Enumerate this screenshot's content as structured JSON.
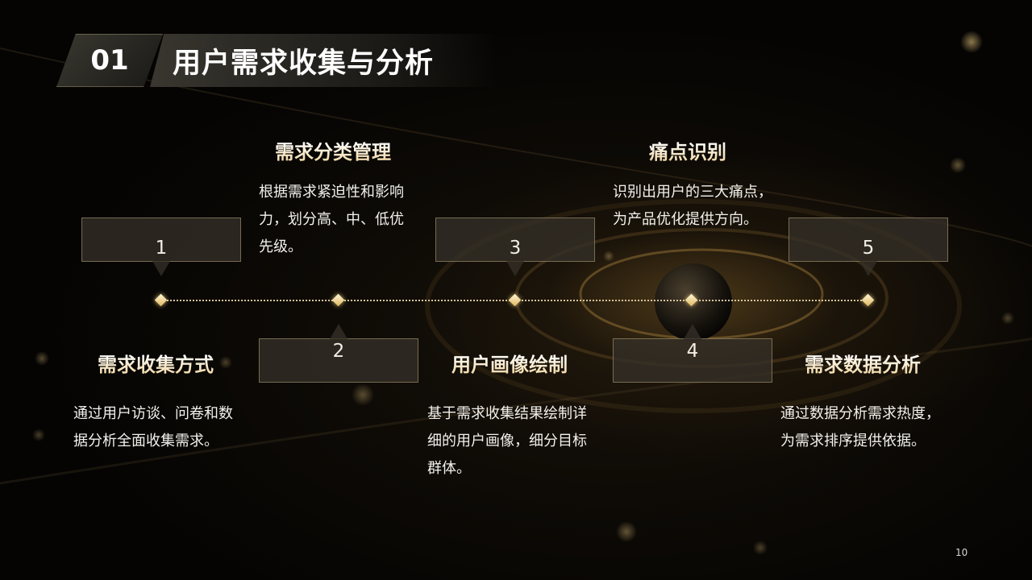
{
  "header": {
    "number": "01",
    "title": "用户需求收集与分析"
  },
  "items": [
    {
      "num": "1",
      "heading": "需求收集方式",
      "desc": [
        "通过用户访谈、问卷和数",
        "据分析全面收集需求。"
      ]
    },
    {
      "num": "2",
      "heading": "需求分类管理",
      "desc": [
        "根据需求紧迫性和影响",
        "力，划分高、中、低优",
        "先级。"
      ]
    },
    {
      "num": "3",
      "heading": "用户画像绘制",
      "desc": [
        "基于需求收集结果绘制详",
        "细的用户画像，细分目标",
        "群体。"
      ]
    },
    {
      "num": "4",
      "heading": "痛点识别",
      "desc": [
        "识别出用户的三大痛点，",
        "为产品优化提供方向。"
      ]
    },
    {
      "num": "5",
      "heading": "需求数据分析",
      "desc": [
        "通过数据分析需求热度，",
        "为需求排序提供依据。"
      ]
    }
  ],
  "footer": {
    "page_number": "10"
  }
}
